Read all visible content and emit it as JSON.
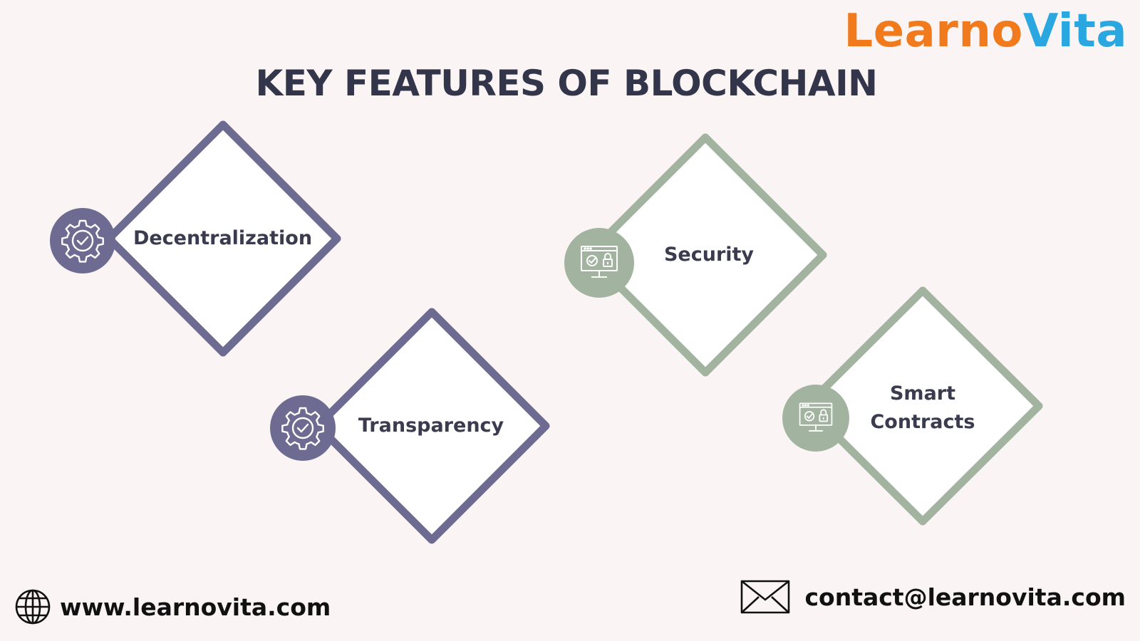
{
  "brand": {
    "part1": "Learno",
    "part2": "Vita",
    "color1": "#f07a1c",
    "color2": "#2aa6e0"
  },
  "title": "KEY FEATURES OF BLOCKCHAIN",
  "colors": {
    "purple": "#6e6b92",
    "sage": "#a2b3a0",
    "text": "#33354a",
    "background": "#faf4f4"
  },
  "features": [
    {
      "label": "Decentralization",
      "icon": "gear-check-icon",
      "color": "purple"
    },
    {
      "label": "Transparency",
      "icon": "gear-check-icon",
      "color": "purple"
    },
    {
      "label": "Security",
      "icon": "monitor-lock-icon",
      "color": "sage"
    },
    {
      "label": "Smart Contracts",
      "icon": "monitor-lock-icon",
      "color": "sage"
    }
  ],
  "footer": {
    "website": "www.learnovita.com",
    "website_icon": "globe-icon",
    "email": "contact@learnovita.com",
    "email_icon": "envelope-icon"
  }
}
